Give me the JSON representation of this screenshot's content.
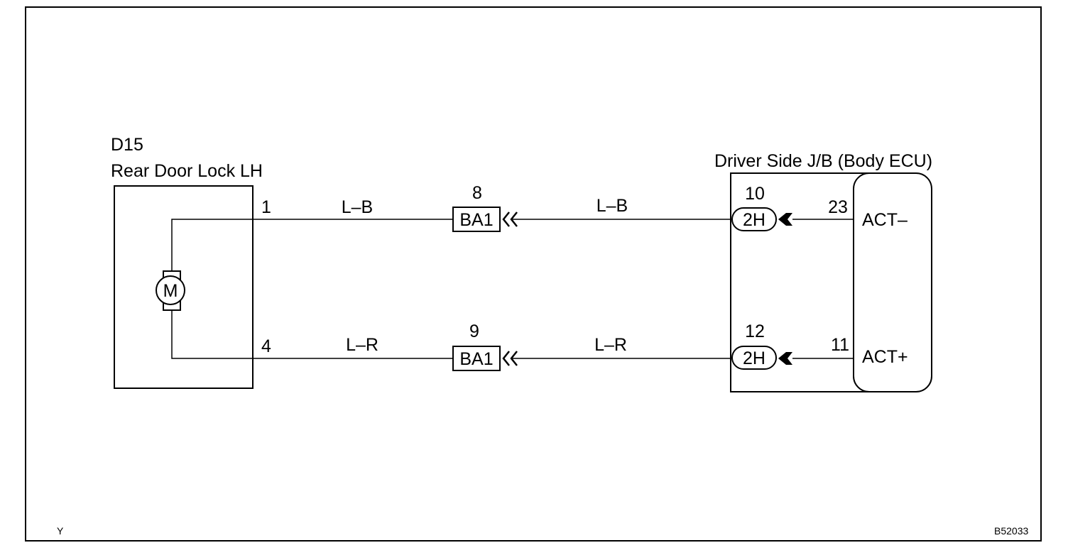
{
  "component_left": {
    "code": "D15",
    "name": "Rear Door Lock LH",
    "motor_symbol": "M",
    "pins": {
      "top": "1",
      "bottom": "4"
    }
  },
  "component_right": {
    "name": "Driver Side J/B (Body ECU)",
    "signals": {
      "top": "ACT–",
      "bottom": "ACT+"
    },
    "pins": {
      "top": "23",
      "bottom": "11"
    }
  },
  "wires": {
    "top": {
      "left_color": "L–B",
      "right_color": "L–B"
    },
    "bottom": {
      "left_color": "L–R",
      "right_color": "L–R"
    }
  },
  "connectors": {
    "ba1_top": {
      "label": "BA1",
      "pin": "8"
    },
    "ba1_bottom": {
      "label": "BA1",
      "pin": "9"
    },
    "h2_top": {
      "label": "2H",
      "pin": "10"
    },
    "h2_bottom": {
      "label": "2H",
      "pin": "12"
    }
  },
  "footer": {
    "left_mark": "Y",
    "figure_code": "B52033"
  }
}
